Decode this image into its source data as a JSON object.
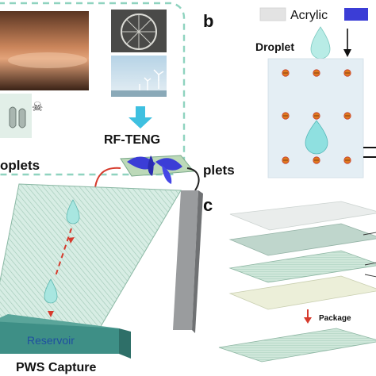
{
  "panels": {
    "b": "b",
    "c": "c"
  },
  "labels": {
    "droplets_partial": "oplets",
    "rf_teng": "RF-TENG",
    "reservoir": "Reservoir",
    "pws_capture": "PWS Capture",
    "acrylic": "Acrylic",
    "droplet": "Droplet",
    "droplets_right_partial": "plets",
    "package": "Package"
  },
  "colors": {
    "dash_border": "#8fd3bf",
    "arrow_cyan": "#3ec0e0",
    "slope_green": "#cfe8dc",
    "reservoir_teal": "#3e8f86",
    "acrylic_swatch": "#e3e3e3",
    "electrode_blue": "#3b3dd6",
    "panel_b_bg": "#e4eef4",
    "red_arrow": "#d63a2c",
    "droplet_cyan": "#8fe0e0"
  }
}
